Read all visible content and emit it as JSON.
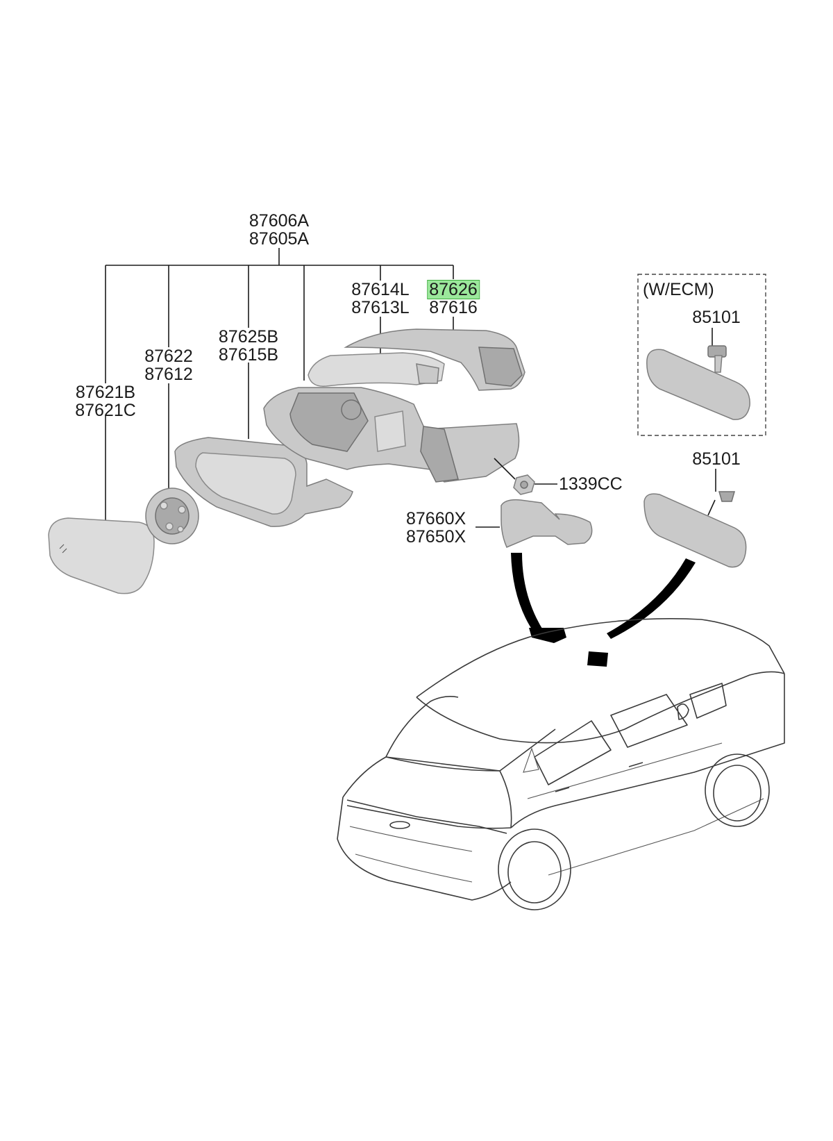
{
  "labels": {
    "assembly_a": "87606A",
    "assembly_b": "87605A",
    "glass_a": "87621B",
    "glass_b": "87621C",
    "actuator_a": "87622",
    "actuator_b": "87612",
    "cover_a": "87625B",
    "cover_b": "87615B",
    "lamp_a": "87614L",
    "lamp_b": "87613L",
    "scalp_a": "87626",
    "scalp_b": "87616",
    "nut": "1339CC",
    "garnish_a": "87660X",
    "garnish_b": "87650X",
    "ecm_note": "(W/ECM)",
    "inside_mirror_ecm": "85101",
    "inside_mirror": "85101"
  },
  "highlight": {
    "part": "87626",
    "color": "#9be89b"
  }
}
